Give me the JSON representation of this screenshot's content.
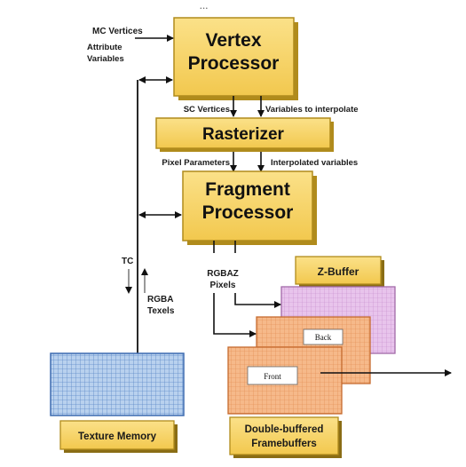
{
  "header_fragment": "...",
  "nodes": {
    "vertex_processor": {
      "line1": "Vertex",
      "line2": "Processor"
    },
    "rasterizer": {
      "label": "Rasterizer"
    },
    "fragment_processor": {
      "line1": "Fragment",
      "line2": "Processor"
    },
    "z_buffer": {
      "label": "Z-Buffer"
    },
    "back_buffer": {
      "label": "Back"
    },
    "front_buffer": {
      "label": "Front"
    },
    "texture_memory": {
      "label": "Texture Memory"
    },
    "framebuffers": {
      "line1": "Double-buffered",
      "line2": "Framebuffers"
    }
  },
  "edge_labels": {
    "mc_vertices": "MC Vertices",
    "attribute_line1": "Attribute",
    "attribute_line2": "Variables",
    "sc_vertices": "SC Vertices",
    "variables_to_interpolate": "Variables to interpolate",
    "pixel_parameters": "Pixel Parameters",
    "interpolated_variables": "Interpolated variables",
    "tc": "TC",
    "rgba_line1": "RGBA",
    "rgba_line2": "Texels",
    "rgbaz_line1": "RGBAZ",
    "rgbaz_line2": "Pixels"
  },
  "colors": {
    "processor_fill": "#f8d568",
    "processor_border": "#b08b1c",
    "zbuffer_fill": "#e8c4ec",
    "framebuffer_fill": "#f6b98a",
    "texture_fill": "#b9d1ee",
    "texture_grid": "#5d89c8",
    "label_box_fill": "#f8d568"
  }
}
